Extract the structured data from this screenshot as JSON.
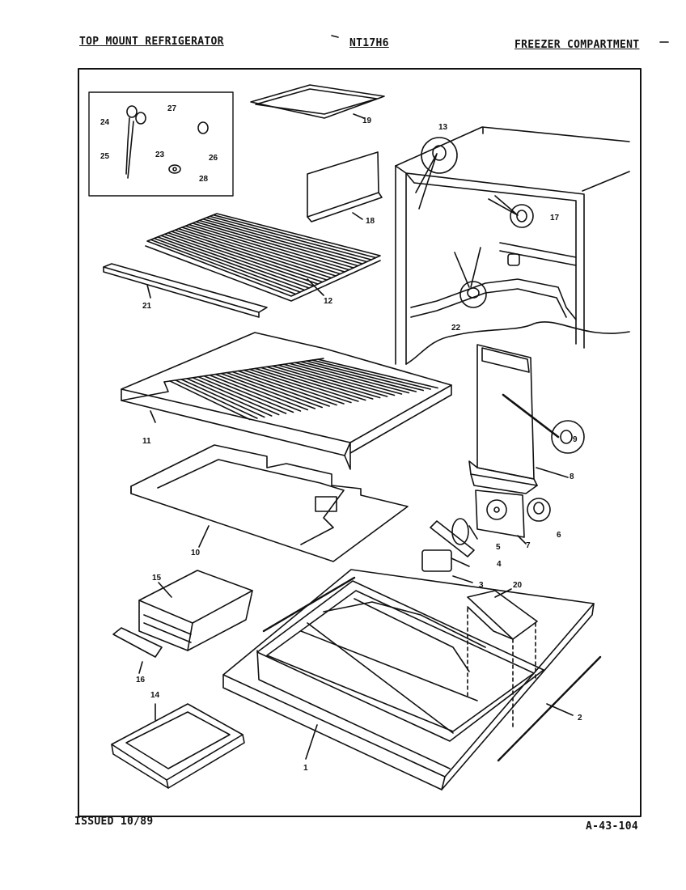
{
  "header": {
    "left": "TOP MOUNT REFRIGERATOR",
    "model": "NT17H6",
    "right": "FREEZER COMPARTMENT"
  },
  "footer": {
    "issued": "ISSUED 10/89",
    "doc_number": "A-43-104"
  },
  "callouts": {
    "p1": "1",
    "p2": "2",
    "p3": "3",
    "p4": "4",
    "p5": "5",
    "p6": "6",
    "p7": "7",
    "p8": "8",
    "p9": "9",
    "p10": "10",
    "p11": "11",
    "p12": "12",
    "p13": "13",
    "p14": "14",
    "p15": "15",
    "p16": "16",
    "p17": "17",
    "p18": "18",
    "p19": "19",
    "p20": "20",
    "p21": "21",
    "p22": "22",
    "p23": "23",
    "p24": "24",
    "p25": "25",
    "p26": "26",
    "p27": "27",
    "p28": "28"
  }
}
